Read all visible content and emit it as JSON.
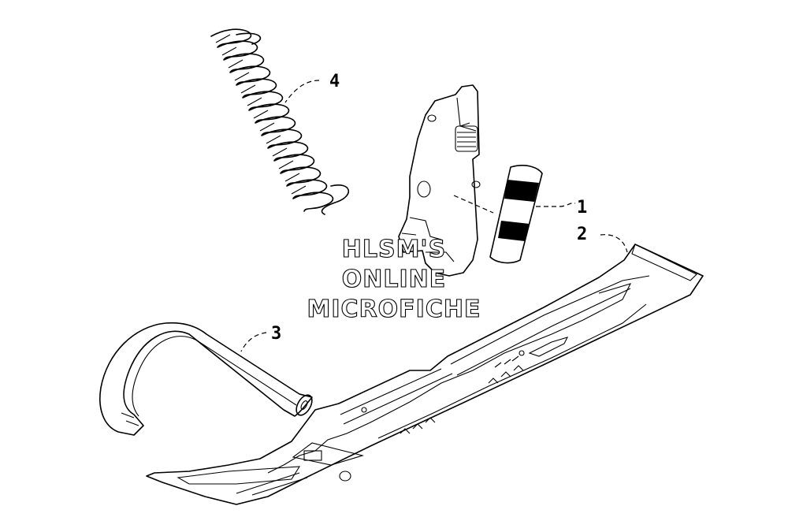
{
  "callouts": [
    {
      "number": "1"
    },
    {
      "number": "2"
    },
    {
      "number": "3"
    },
    {
      "number": "4"
    }
  ],
  "watermark": {
    "line1": "HLSM'S",
    "line2": "ONLINE",
    "line3": "MICROFICHE"
  }
}
